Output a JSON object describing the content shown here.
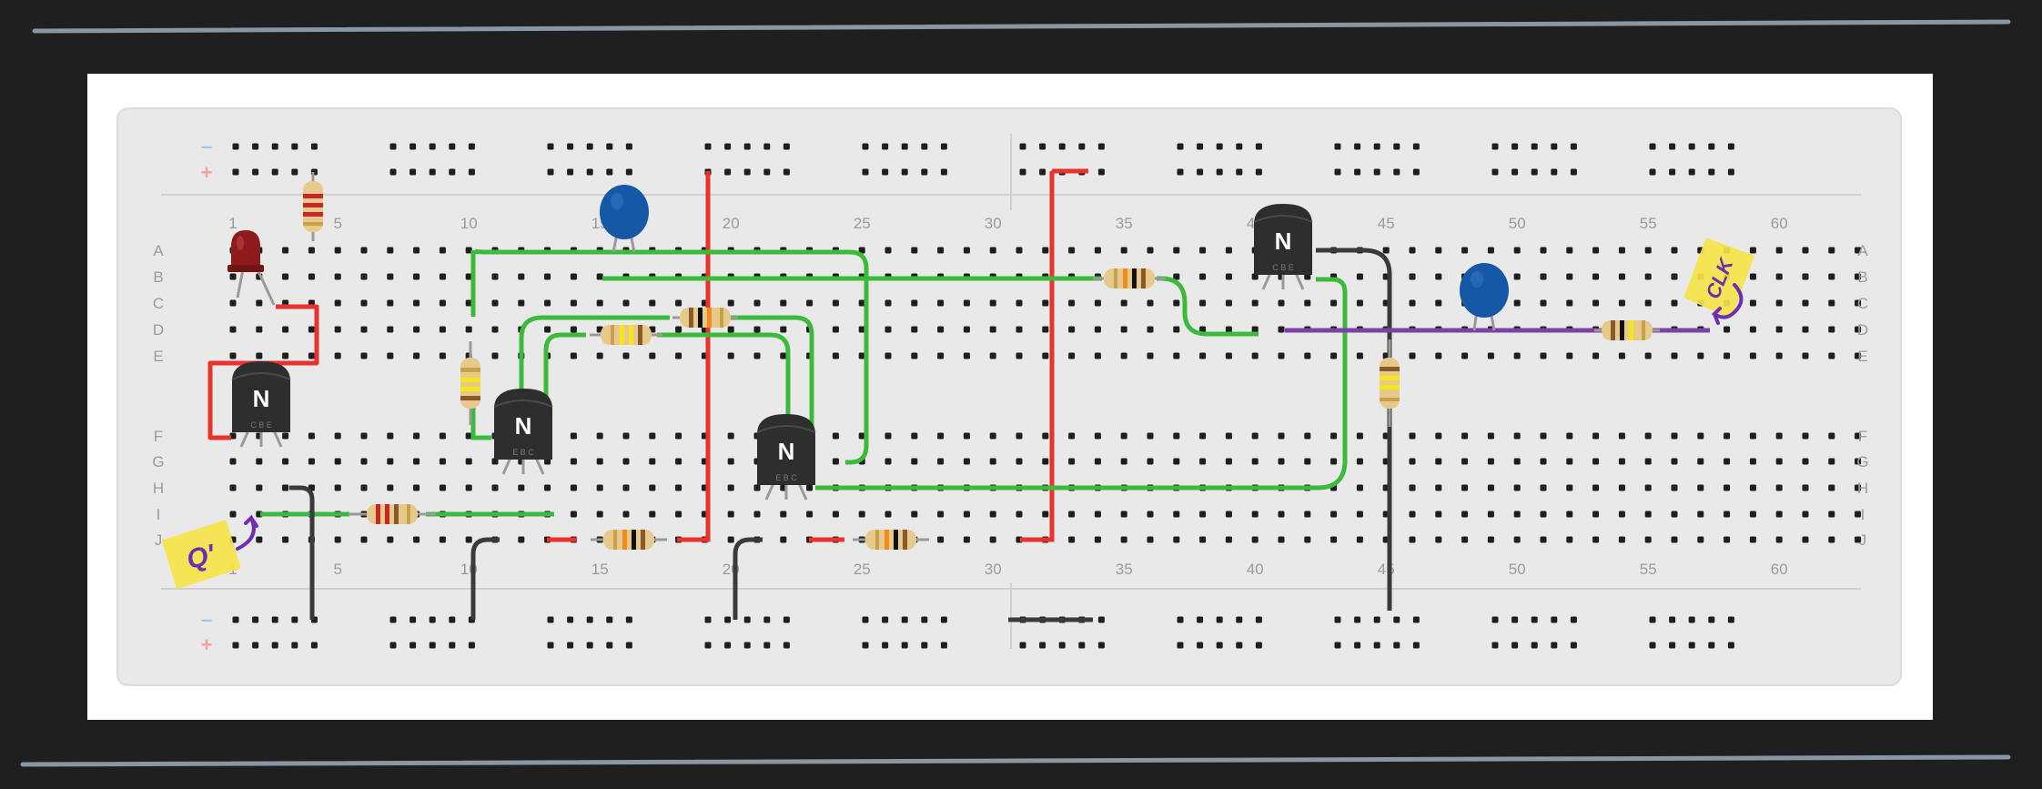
{
  "board": {
    "columns_label_top": [
      "1",
      "5",
      "10",
      "15",
      "20",
      "25",
      "30",
      "35",
      "40",
      "45",
      "50",
      "55",
      "60"
    ],
    "columns_label_bottom": [
      "1",
      "5",
      "10",
      "15",
      "20",
      "25",
      "30",
      "35",
      "40",
      "45",
      "50",
      "55",
      "60"
    ],
    "row_labels_top": [
      "A",
      "B",
      "C",
      "D",
      "E"
    ],
    "row_labels_bottom": [
      "F",
      "G",
      "H",
      "I",
      "J"
    ],
    "rail_minus": "–",
    "rail_plus": "+"
  },
  "components": {
    "transistor_label": "N",
    "transistor_pins": "C B E",
    "transistor_pins_alt": "E B C"
  },
  "notes": {
    "left_note": "Q'",
    "right_note": "CLK"
  },
  "colors": {
    "background": "#1f1f1f",
    "frame": "#ffffff",
    "board": "#e9e9e9",
    "wire_green": "#3cba3c",
    "wire_red": "#e8322b",
    "wire_black": "#3a3a3a",
    "wire_purple": "#7d3fa8",
    "led": "#8e1b1b",
    "capacitor": "#1458a6",
    "sticky_note": "#f6e34a",
    "note_ink": "#6d2fb0"
  }
}
